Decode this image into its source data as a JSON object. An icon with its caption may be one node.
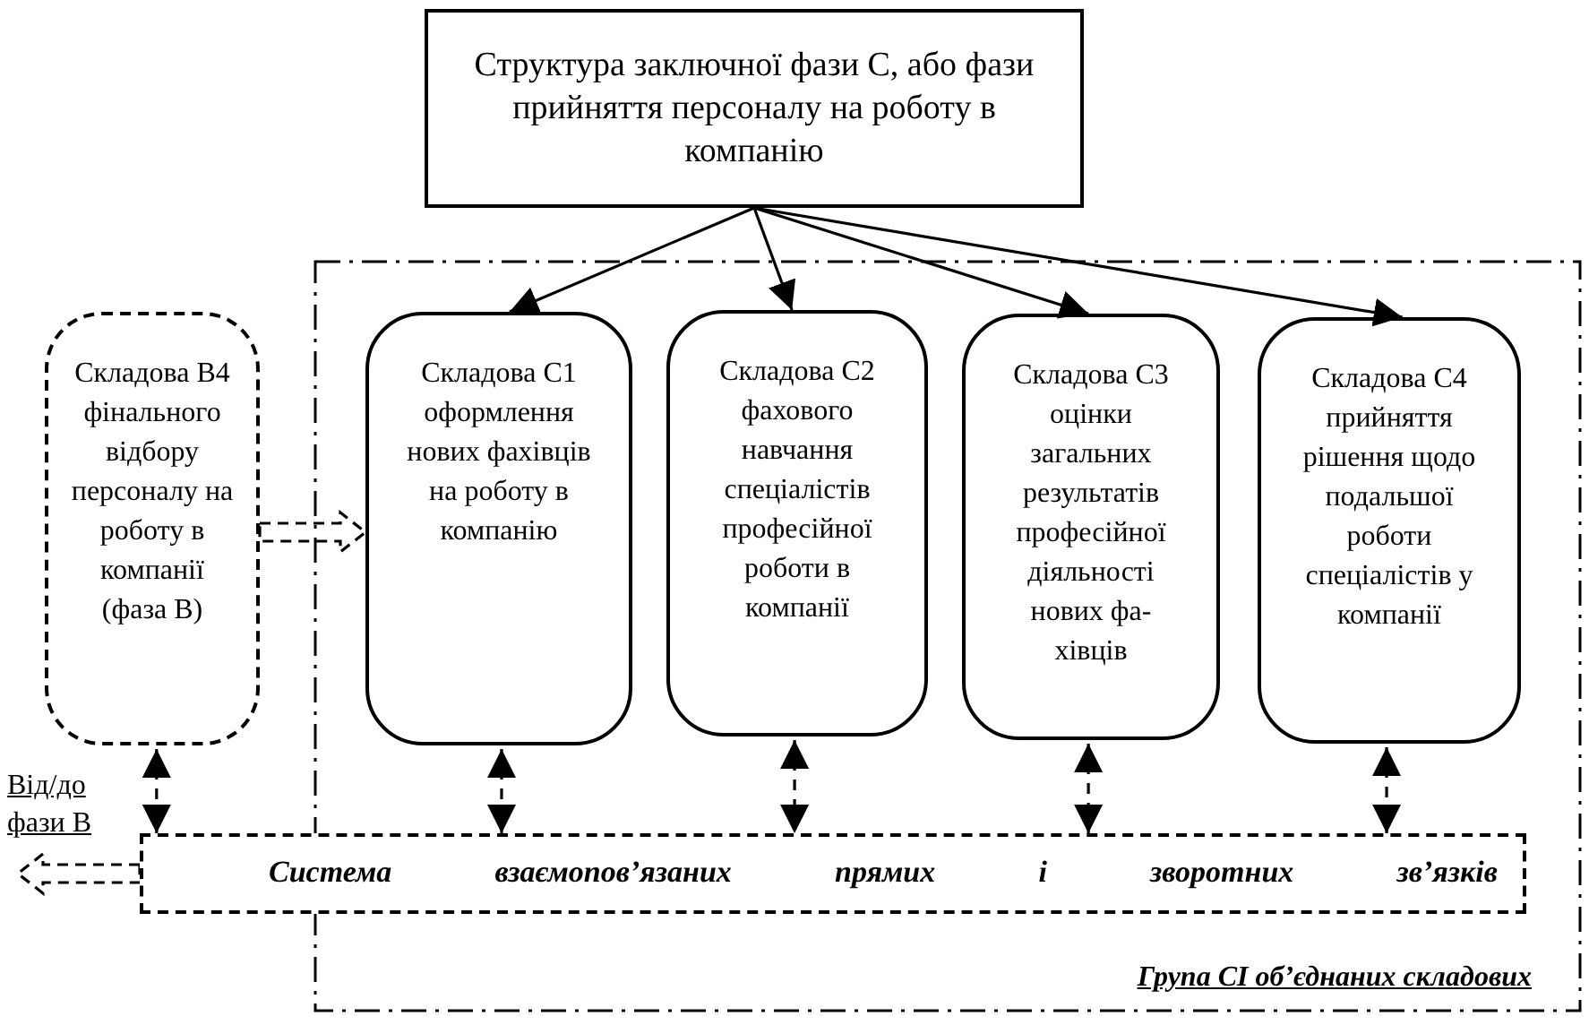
{
  "diagram": {
    "nodes": [
      {
        "text": [
          "Структура заключної фази С, або фази прийняття персоналу на роботу в компанію"
        ]
      },
      {
        "text": [
          "Група СІ об’єднаних складових"
        ]
      },
      {
        "text": [
          "Складова В4 фінального відбору персоналу на роботу в компанії (фаза В)"
        ]
      },
      {
        "text": [
          "Складова С1 оформлення нових фахівців на роботу в компанію"
        ],
        "in": 1
      },
      {
        "text": [
          "Складова С2 фахового навчання спеціалістів професійної роботи в компанії"
        ],
        "in": 1
      },
      {
        "text": [
          "Складова С3 оцінки загальних результатів професійної діяльності нових фа-хівців"
        ],
        "in": 1
      },
      {
        "text": [
          "Складова С4 прийняття рішення щодо подальшої роботи спеціалістів у компанії"
        ],
        "in": 1
      },
      {
        "text": [
          "Система взаємопов’язаних прямих і зворотних зв’язків"
        ]
      }
    ],
    "edges": [
      {
        "from": 0,
        "to": 3,
        "arrow": "to"
      },
      {
        "from": 0,
        "to": 4,
        "arrow": "to"
      },
      {
        "from": 0,
        "to": 5,
        "arrow": "to"
      },
      {
        "from": 0,
        "to": 6,
        "arrow": "to"
      },
      {
        "from": 2,
        "to": 3,
        "arrow": "to",
        "style": "dashed"
      },
      {
        "from": 2,
        "to": 7,
        "arrow": "both",
        "style": "dashed"
      },
      {
        "from": 3,
        "to": 7,
        "arrow": "both",
        "style": "dashed"
      },
      {
        "from": 4,
        "to": 7,
        "arrow": "both",
        "style": "dashed"
      },
      {
        "from": 5,
        "to": 7,
        "arrow": "both",
        "style": "dashed"
      },
      {
        "from": 6,
        "to": 7,
        "arrow": "both",
        "style": "dashed"
      },
      {
        "from": 7,
        "to": null,
        "arrow": "to",
        "style": "dashed"
      }
    ],
    "labels": [
      "Від/до фази В"
    ]
  }
}
